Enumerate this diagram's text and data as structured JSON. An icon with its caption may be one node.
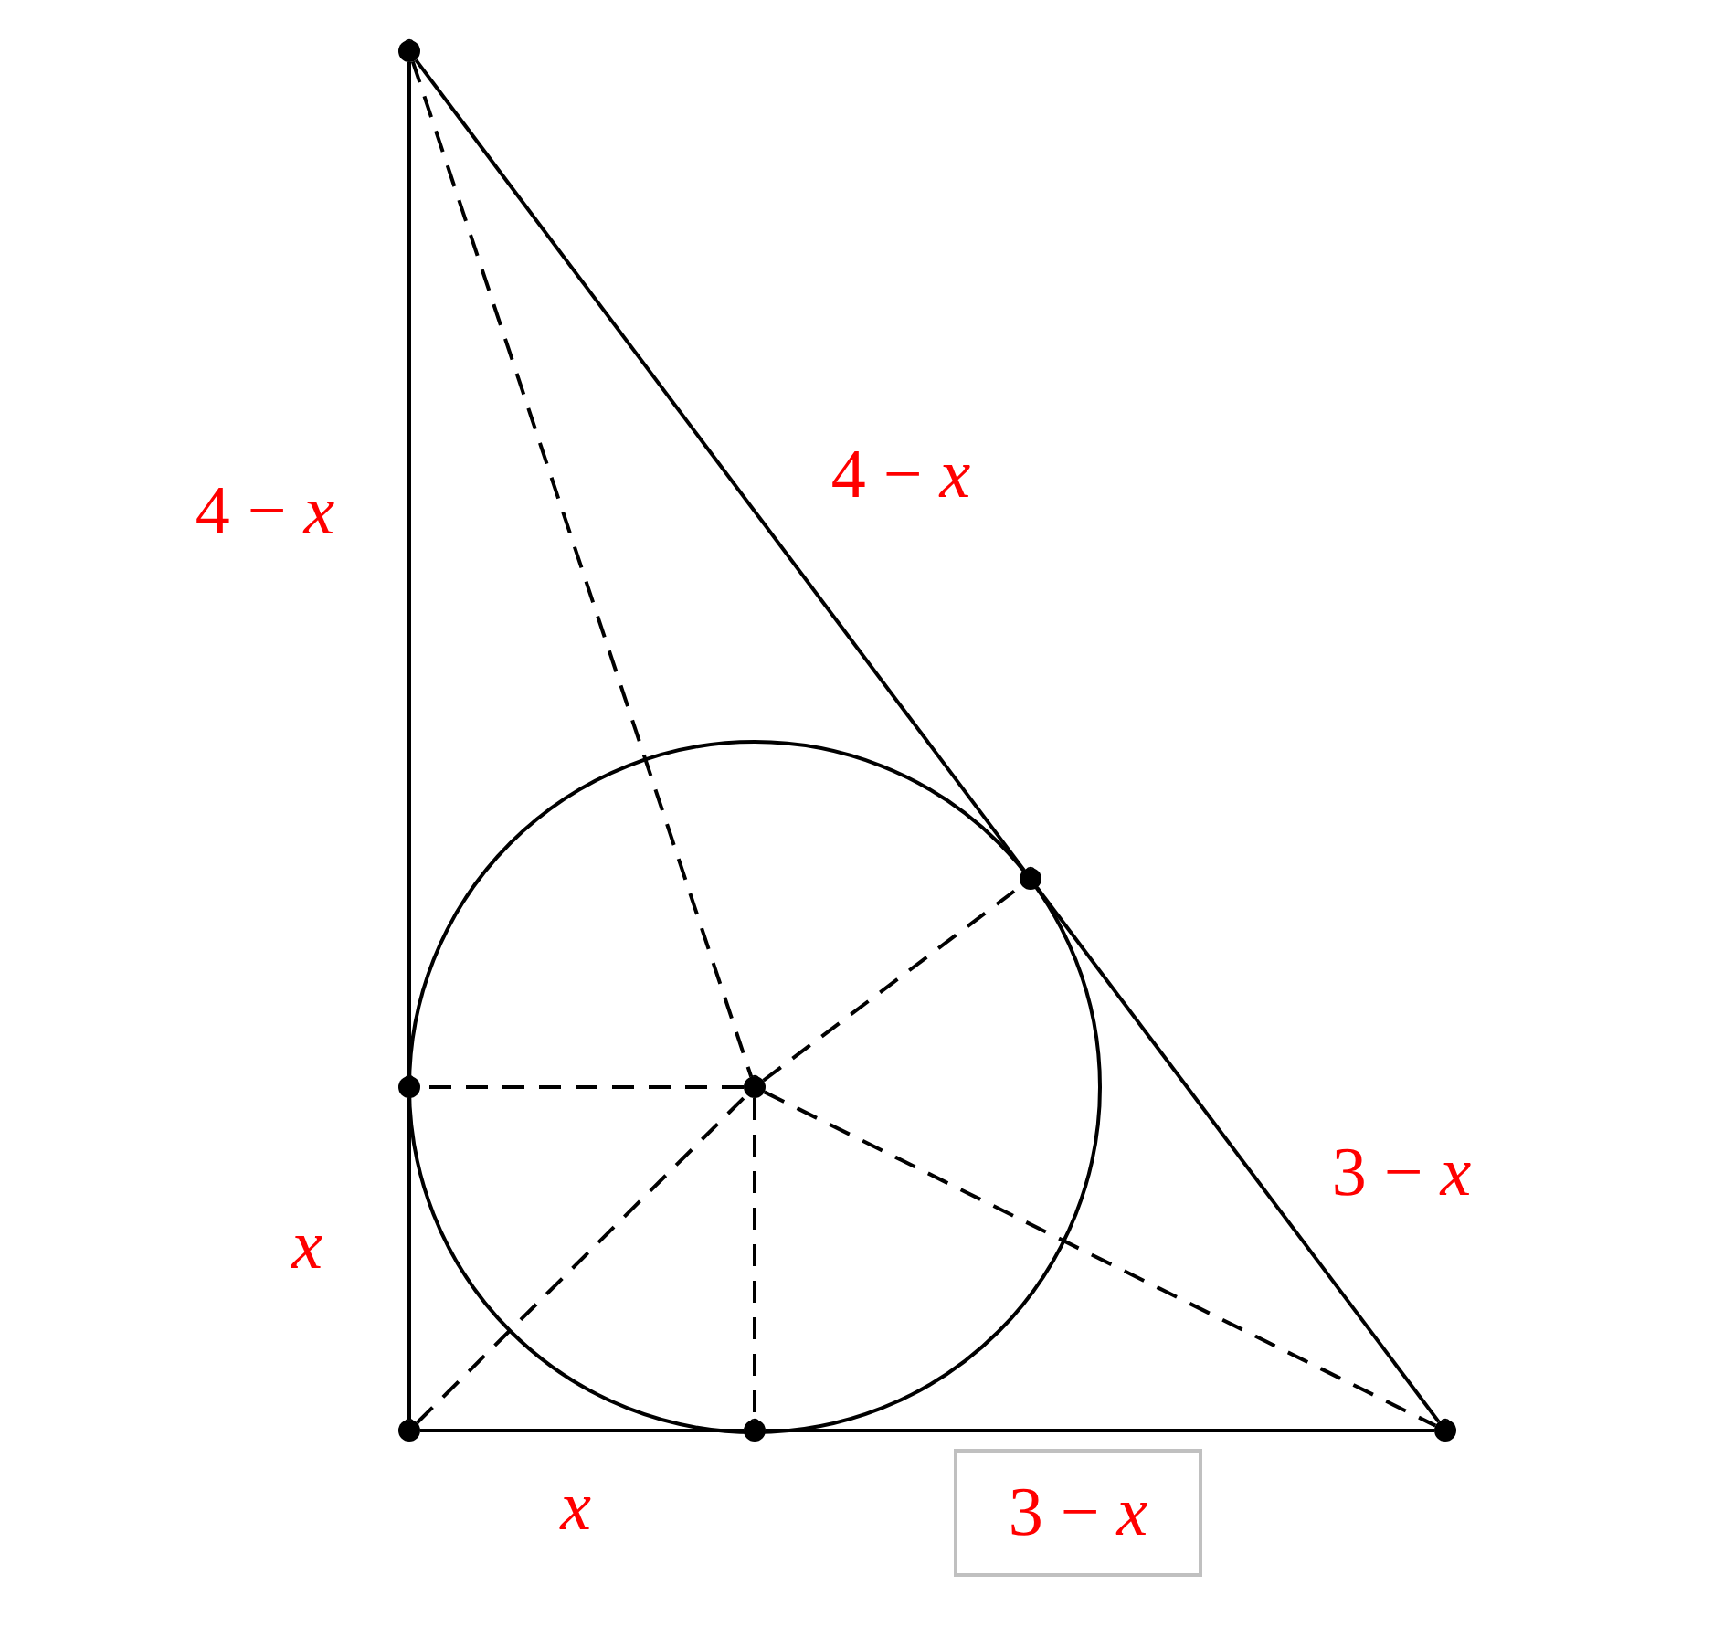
{
  "diagram": {
    "nodes": [
      {
        "text": [],
        "shape": "circle"
      },
      {
        "text": [],
        "shape": "circle"
      },
      {
        "text": [],
        "shape": "circle"
      },
      {
        "text": [],
        "shape": "circle"
      },
      {
        "text": [],
        "shape": "circle"
      },
      {
        "text": [],
        "shape": "circle"
      },
      {
        "text": [],
        "shape": "circle"
      },
      {
        "text": [
          "3 − *x*"
        ]
      }
    ],
    "edges": [
      {
        "from": 0,
        "to": 2,
        "arrow": "none"
      },
      {
        "from": 2,
        "to": 4,
        "arrow": "none"
      },
      {
        "from": 4,
        "to": 5,
        "arrow": "none"
      },
      {
        "from": 5,
        "to": 6,
        "arrow": "none"
      },
      {
        "from": 0,
        "to": 1,
        "arrow": "none"
      },
      {
        "from": 1,
        "to": 6,
        "arrow": "none"
      },
      {
        "from": 0,
        "to": 3,
        "arrow": "none",
        "style": "dashed"
      },
      {
        "from": 3,
        "to": 2,
        "arrow": "none",
        "style": "dashed"
      },
      {
        "from": 3,
        "to": 1,
        "arrow": "none",
        "style": "dashed"
      },
      {
        "from": 3,
        "to": 5,
        "arrow": "none",
        "style": "dashed"
      },
      {
        "from": 3,
        "to": 6,
        "arrow": "none",
        "style": "dashed"
      },
      {
        "from": 4,
        "to": 3,
        "arrow": "none",
        "style": "dashed"
      }
    ],
    "labels": [
      "4 − *x*",
      "4 − *x*",
      "3 − *x*",
      "*x*",
      "*x*"
    ]
  }
}
